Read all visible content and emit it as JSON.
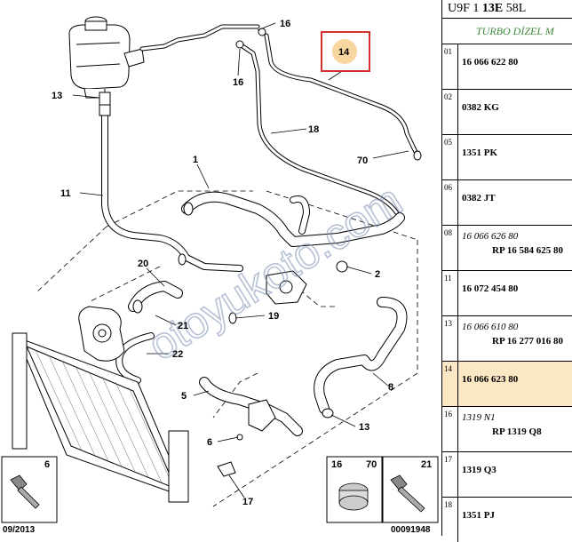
{
  "header": {
    "line_prefix": "U9F 1 ",
    "line_bold": "13E",
    "line_suffix": " 58L",
    "subtitle": "TURBO DİZEL M"
  },
  "parts": [
    {
      "idx": "01",
      "pn": "16 066 622 80",
      "rp": "",
      "italic": false,
      "highlight": false
    },
    {
      "idx": "02",
      "pn": "0382 KG",
      "rp": "",
      "italic": false,
      "highlight": false
    },
    {
      "idx": "05",
      "pn": "1351 PK",
      "rp": "",
      "italic": false,
      "highlight": false
    },
    {
      "idx": "06",
      "pn": "0382 JT",
      "rp": "",
      "italic": false,
      "highlight": false
    },
    {
      "idx": "08",
      "pn": "16 066 626 80",
      "rp": "RP 16 584 625 80",
      "italic": true,
      "highlight": false
    },
    {
      "idx": "11",
      "pn": "16 072 454 80",
      "rp": "",
      "italic": false,
      "highlight": false
    },
    {
      "idx": "13",
      "pn": "16 066 610 80",
      "rp": "RP 16 277 016 80",
      "italic": true,
      "highlight": false
    },
    {
      "idx": "14",
      "pn": "16 066 623 80",
      "rp": "",
      "italic": false,
      "highlight": true
    },
    {
      "idx": "16",
      "pn": "1319 N1",
      "rp": "RP 1319 Q8",
      "italic": true,
      "highlight": false
    },
    {
      "idx": "17",
      "pn": "1319 Q3",
      "rp": "",
      "italic": false,
      "highlight": false
    },
    {
      "idx": "18",
      "pn": "1351 PJ",
      "rp": "",
      "italic": false,
      "highlight": false
    }
  ],
  "callouts": {
    "c1": "1",
    "c2": "2",
    "c5": "5",
    "c6": "6",
    "c8": "8",
    "c11": "11",
    "c13a": "13",
    "c13b": "13",
    "c14": "14",
    "c16a": "16",
    "c16b": "16",
    "c17": "17",
    "c18": "18",
    "c19": "19",
    "c20": "20",
    "c21": "21",
    "c22": "22",
    "c70": "70"
  },
  "boxes": {
    "b6": "6",
    "b16": "16",
    "b70": "70",
    "b21": "21"
  },
  "footer": {
    "date": "09/2013",
    "code": "00091948"
  },
  "watermark": "otoyukoto.com",
  "colors": {
    "highlight_fill": "#fbe7c4",
    "highlight_circle": "#f7d6a0",
    "highlight_box": "#d32f2f",
    "subtitle": "#3a8a3a"
  }
}
